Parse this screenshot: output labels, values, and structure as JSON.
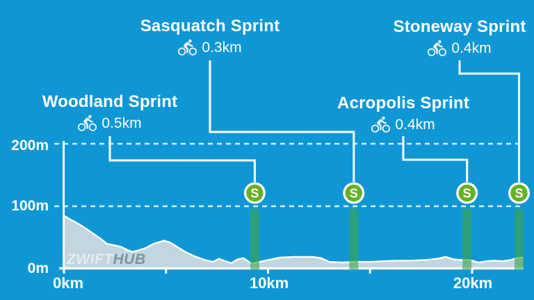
{
  "colors": {
    "background": "#0f97d5",
    "profile_fill": "#c3d6df",
    "profile_stroke": "#ffffff",
    "marker_green": "#66b122",
    "bar_green": "rgba(62,165,70,0.62)",
    "grid_white": "rgba(255,255,255,0.85)",
    "text_white": "#ffffff"
  },
  "watermark": {
    "zwift": "ZWIFT",
    "hub": "HUB"
  },
  "axes": {
    "y_ticks": [
      "200m",
      "100m",
      "0m"
    ],
    "x_ticks": [
      "0km",
      "10km",
      "20km"
    ]
  },
  "chart_data": {
    "type": "area",
    "title": "",
    "xlabel": "",
    "ylabel": "",
    "x_unit": "km",
    "y_unit": "m",
    "x_range": [
      0,
      22.5
    ],
    "y_range": [
      0,
      220
    ],
    "grid": "dashed horizontal at 100m and 200m",
    "gridlines_y_m": [
      100,
      200
    ],
    "x_ticks_km": [
      0,
      5,
      10,
      15,
      20
    ],
    "x_tick_labels": [
      "0km",
      "10km",
      "20km"
    ],
    "y_tick_labels": [
      "0m",
      "100m",
      "200m"
    ],
    "profile_km_m": [
      [
        0,
        85
      ],
      [
        0.3,
        79
      ],
      [
        0.6,
        74
      ],
      [
        1,
        66
      ],
      [
        1.4,
        57
      ],
      [
        1.8,
        48
      ],
      [
        2.1,
        40
      ],
      [
        2.4,
        38
      ],
      [
        2.8,
        35
      ],
      [
        3.1,
        30
      ],
      [
        3.35,
        27
      ],
      [
        3.6,
        29
      ],
      [
        4,
        33
      ],
      [
        4.4,
        40
      ],
      [
        4.9,
        45
      ],
      [
        5.2,
        42
      ],
      [
        5.5,
        36
      ],
      [
        6,
        26
      ],
      [
        6.4,
        20
      ],
      [
        6.9,
        14
      ],
      [
        7.3,
        11
      ],
      [
        7.6,
        16
      ],
      [
        7.9,
        12
      ],
      [
        8.2,
        9
      ],
      [
        8.5,
        15
      ],
      [
        8.8,
        17
      ],
      [
        9.2,
        8
      ],
      [
        9.6,
        11
      ],
      [
        10,
        14
      ],
      [
        10.6,
        18
      ],
      [
        11.3,
        19
      ],
      [
        12.2,
        19
      ],
      [
        12.6,
        17
      ],
      [
        13,
        11
      ],
      [
        13.6,
        10
      ],
      [
        14.3,
        11
      ],
      [
        15,
        11
      ],
      [
        15.6,
        12
      ],
      [
        16.3,
        13
      ],
      [
        17,
        13
      ],
      [
        17.7,
        14
      ],
      [
        18.3,
        16
      ],
      [
        18.7,
        19
      ],
      [
        19.1,
        15
      ],
      [
        19.5,
        14
      ],
      [
        19.9,
        14
      ],
      [
        20.3,
        10
      ],
      [
        20.7,
        12
      ],
      [
        21.1,
        13
      ],
      [
        21.5,
        12
      ],
      [
        21.9,
        14
      ],
      [
        22.2,
        17
      ],
      [
        22.5,
        18
      ]
    ],
    "marker_letter": "S",
    "sprints": [
      {
        "name": "Woodland Sprint",
        "length": "0.5km",
        "km": 9.35
      },
      {
        "name": "Sasquatch Sprint",
        "length": "0.3km",
        "km": 14.2
      },
      {
        "name": "Acropolis Sprint",
        "length": "0.4km",
        "km": 19.75
      },
      {
        "name": "Stoneway Sprint",
        "length": "0.4km",
        "km": 22.3
      }
    ]
  }
}
